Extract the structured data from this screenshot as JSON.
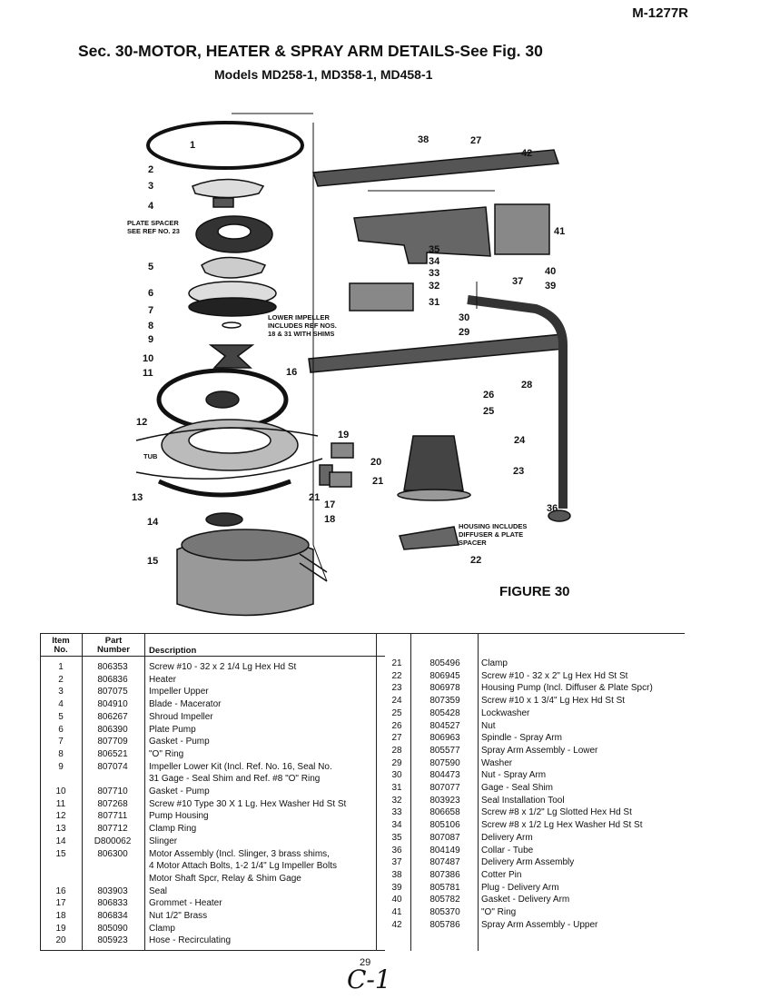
{
  "doc_code": "M-1277R",
  "title": "Sec. 30-MOTOR, HEATER & SPRAY ARM DETAILS-See Fig. 30",
  "subtitle": "Models MD258-1, MD358-1, MD458-1",
  "figure_label": "FIGURE 30",
  "diagram_notes": {
    "plate_spacer_1": "PLATE SPACER",
    "plate_spacer_2": "SEE REF NO. 23",
    "lower_impeller_1": "LOWER IMPELLER",
    "lower_impeller_2": "INCLUDES REF NOS.",
    "lower_impeller_3": "18 & 31 WITH SHIMS",
    "tub": "TUB",
    "housing_1": "HOUSING INCLUDES",
    "housing_2": "DIFFUSER & PLATE",
    "housing_3": "SPACER"
  },
  "callouts": [
    "1",
    "2",
    "3",
    "4",
    "5",
    "6",
    "7",
    "8",
    "9",
    "10",
    "11",
    "12",
    "13",
    "14",
    "15",
    "16",
    "17",
    "18",
    "19",
    "20",
    "21",
    "21",
    "22",
    "23",
    "24",
    "25",
    "26",
    "27",
    "28",
    "29",
    "30",
    "31",
    "32",
    "33",
    "34",
    "35",
    "36",
    "37",
    "38",
    "39",
    "40",
    "41",
    "42"
  ],
  "table": {
    "headers": {
      "item_1": "Item",
      "item_2": "No.",
      "part_1": "Part",
      "part_2": "Number",
      "desc": "Description"
    },
    "left": [
      {
        "item": "1",
        "part": "806353",
        "desc": "Screw #10 - 32 x 2 1/4 Lg Hex Hd St"
      },
      {
        "item": "2",
        "part": "806836",
        "desc": "Heater"
      },
      {
        "item": "3",
        "part": "807075",
        "desc": "Impeller Upper"
      },
      {
        "item": "4",
        "part": "804910",
        "desc": "Blade - Macerator"
      },
      {
        "item": "5",
        "part": "806267",
        "desc": "Shroud Impeller"
      },
      {
        "item": "6",
        "part": "806390",
        "desc": "Plate Pump"
      },
      {
        "item": "7",
        "part": "807709",
        "desc": "Gasket - Pump"
      },
      {
        "item": "8",
        "part": "806521",
        "desc": "\"O\" Ring"
      },
      {
        "item": "9",
        "part": "807074",
        "desc": "Impeller Lower Kit (Incl. Ref. No. 16, Seal No."
      },
      {
        "item": "",
        "part": "",
        "desc": "31 Gage - Seal Shim and Ref. #8 \"O\" Ring"
      },
      {
        "item": "10",
        "part": "807710",
        "desc": "Gasket - Pump"
      },
      {
        "item": "11",
        "part": "807268",
        "desc": "Screw #10 Type 30 X 1 Lg. Hex Washer Hd St St"
      },
      {
        "item": "12",
        "part": "807711",
        "desc": "Pump Housing"
      },
      {
        "item": "13",
        "part": "807712",
        "desc": "Clamp Ring"
      },
      {
        "item": "14",
        "part": "D800062",
        "desc": "Slinger"
      },
      {
        "item": "15",
        "part": "806300",
        "desc": "Motor Assembly (Incl. Slinger, 3 brass shims,"
      },
      {
        "item": "",
        "part": "",
        "desc": "4 Motor Attach Bolts, 1-2 1/4\" Lg Impeller Bolts"
      },
      {
        "item": "",
        "part": "",
        "desc": "Motor Shaft Spcr, Relay & Shim Gage"
      },
      {
        "item": "16",
        "part": "803903",
        "desc": "Seal"
      },
      {
        "item": "17",
        "part": "806833",
        "desc": "Grommet - Heater"
      },
      {
        "item": "18",
        "part": "806834",
        "desc": "Nut 1/2\" Brass"
      },
      {
        "item": "19",
        "part": "805090",
        "desc": "Clamp"
      },
      {
        "item": "20",
        "part": "805923",
        "desc": "Hose - Recirculating"
      }
    ],
    "right": [
      {
        "item": "21",
        "part": "805496",
        "desc": "Clamp"
      },
      {
        "item": "22",
        "part": "806945",
        "desc": "Screw #10 - 32 x 2\" Lg Hex Hd St St"
      },
      {
        "item": "23",
        "part": "806978",
        "desc": "Housing Pump (Incl. Diffuser & Plate Spcr)"
      },
      {
        "item": "24",
        "part": "807359",
        "desc": "Screw #10 x 1 3/4\" Lg Hex Hd St St"
      },
      {
        "item": "25",
        "part": "805428",
        "desc": "Lockwasher"
      },
      {
        "item": "26",
        "part": "804527",
        "desc": "Nut"
      },
      {
        "item": "27",
        "part": "806963",
        "desc": "Spindle - Spray Arm"
      },
      {
        "item": "28",
        "part": "805577",
        "desc": "Spray Arm Assembly - Lower"
      },
      {
        "item": "29",
        "part": "807590",
        "desc": "Washer"
      },
      {
        "item": "30",
        "part": "804473",
        "desc": "Nut - Spray Arm"
      },
      {
        "item": "31",
        "part": "807077",
        "desc": "Gage - Seal Shim"
      },
      {
        "item": "32",
        "part": "803923",
        "desc": "Seal Installation Tool"
      },
      {
        "item": "33",
        "part": "806658",
        "desc": "Screw #8 x 1/2\" Lg Slotted Hex Hd St"
      },
      {
        "item": "34",
        "part": "805106",
        "desc": "Screw #8 x 1/2 Lg Hex Washer Hd St St"
      },
      {
        "item": "35",
        "part": "807087",
        "desc": "Delivery Arm"
      },
      {
        "item": "36",
        "part": "804149",
        "desc": "Collar - Tube"
      },
      {
        "item": "37",
        "part": "807487",
        "desc": "Delivery Arm Assembly"
      },
      {
        "item": "38",
        "part": "807386",
        "desc": "Cotter Pin"
      },
      {
        "item": "39",
        "part": "805781",
        "desc": "Plug - Delivery Arm"
      },
      {
        "item": "40",
        "part": "805782",
        "desc": "Gasket - Delivery Arm"
      },
      {
        "item": "41",
        "part": "805370",
        "desc": "\"O\" Ring"
      },
      {
        "item": "42",
        "part": "805786",
        "desc": "Spray Arm Assembly - Upper"
      }
    ]
  },
  "page_number": "29",
  "handwritten_note": "C-1"
}
